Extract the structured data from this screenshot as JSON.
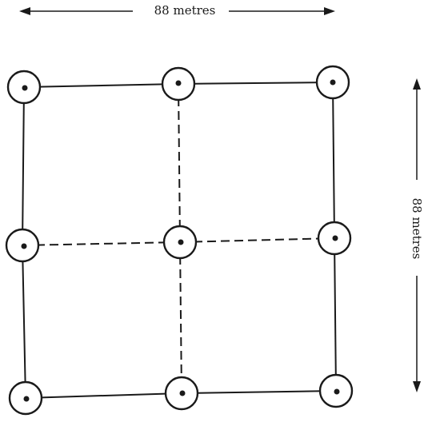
{
  "dimensions": {
    "horizontal_label": "88 metres",
    "vertical_label": "88 metres"
  },
  "grid": {
    "rows": 3,
    "columns": 3
  }
}
